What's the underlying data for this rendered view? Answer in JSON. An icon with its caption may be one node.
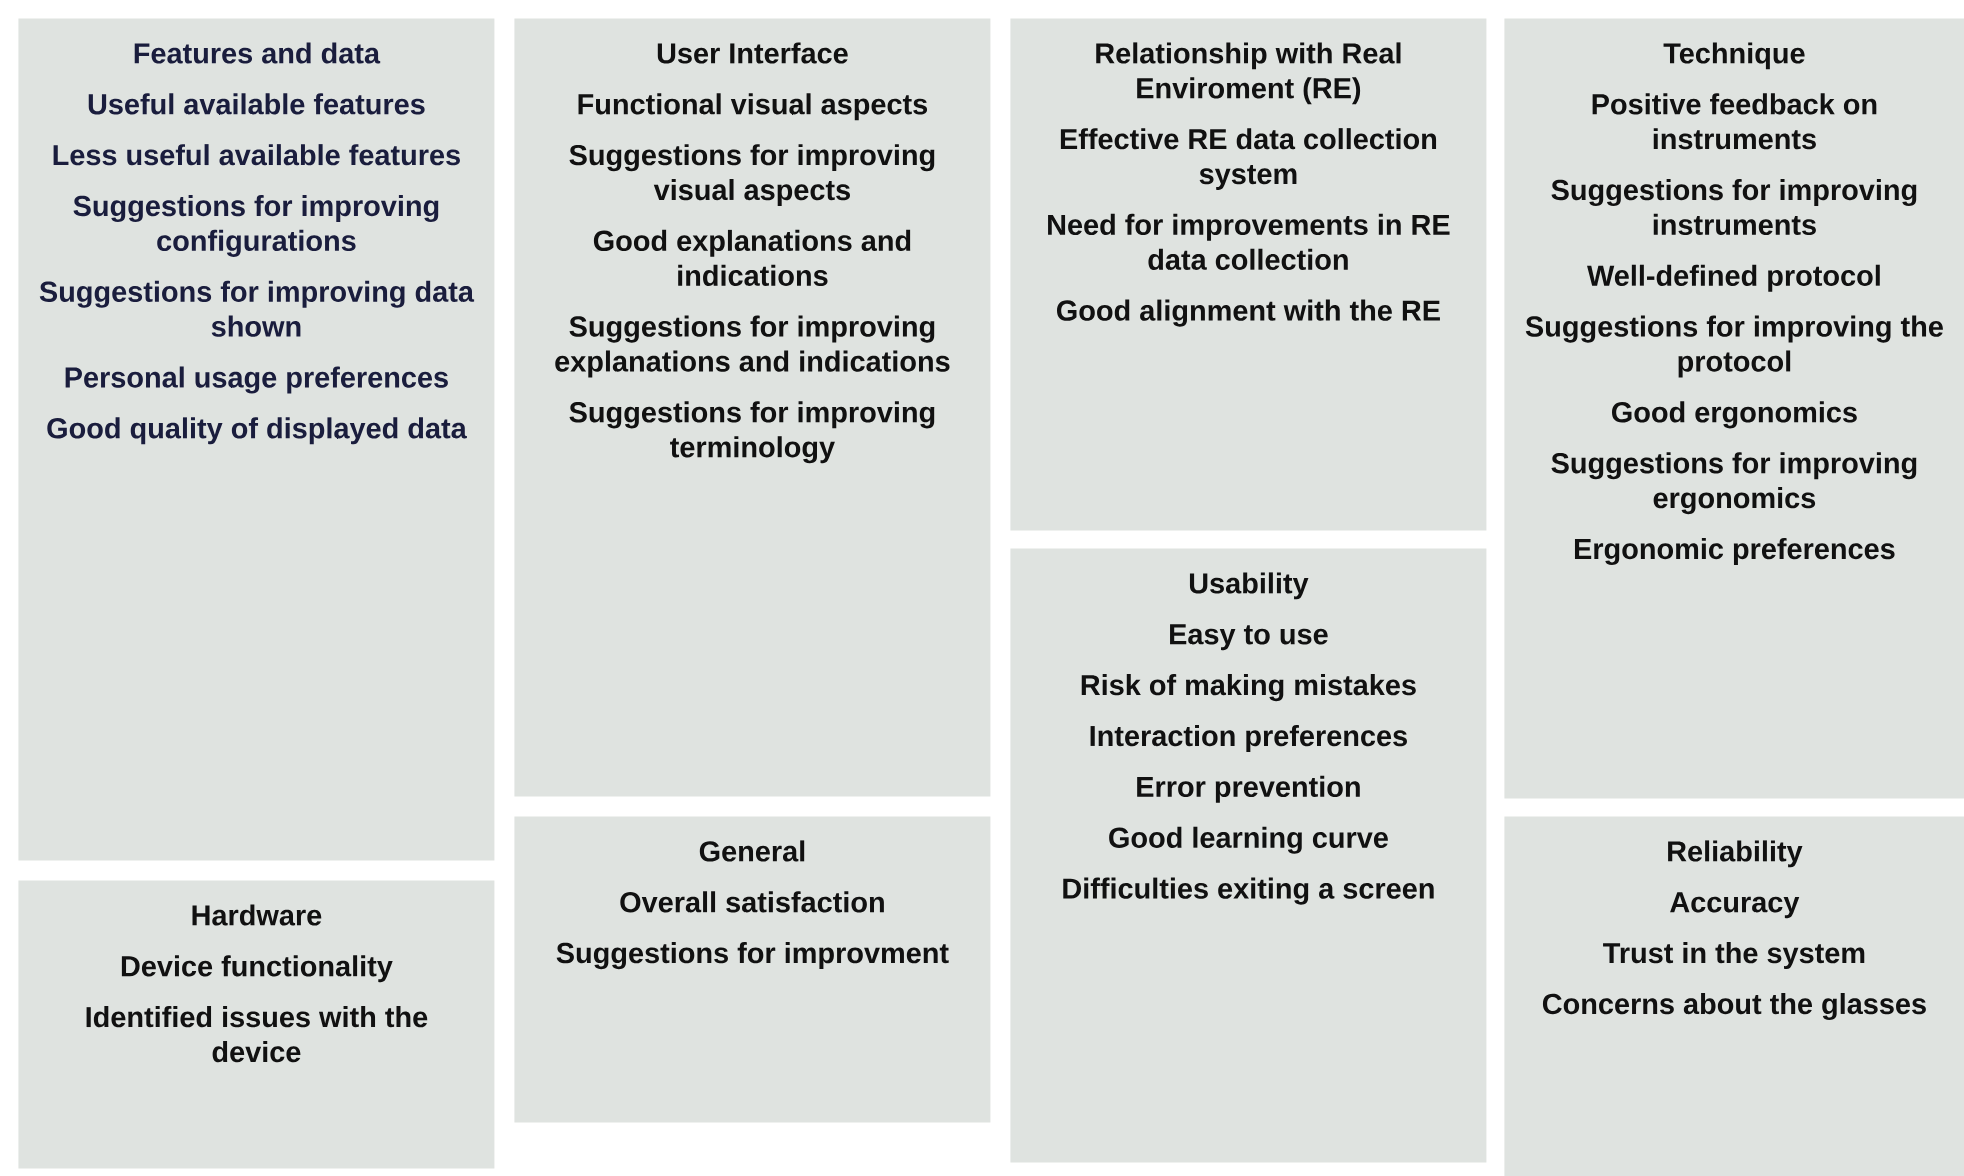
{
  "diagram": {
    "nodes": [
      {
        "text": [
          "Features and data",
          "Useful available features",
          "Less useful available features",
          "Suggestions for improving configurations",
          "Suggestions for improving data shown",
          "Personal usage preferences",
          "Good quality of displayed data"
        ]
      },
      {
        "text": [
          "Hardware",
          "Device functionality",
          "Identified issues with the device"
        ]
      },
      {
        "text": [
          "User Interface",
          "Functional visual aspects",
          "Suggestions for improving visual aspects",
          "Good explanations and indications",
          "Suggestions for improving explanations and indications",
          "Suggestions for improving terminology"
        ]
      },
      {
        "text": [
          "General",
          "Overall satisfaction",
          "Suggestions for improvment"
        ]
      },
      {
        "text": [
          "Relationship with Real Enviroment (RE)",
          "Effective RE data collection system",
          "Need for improvements in RE data collection",
          "Good alignment with the RE"
        ]
      },
      {
        "text": [
          "Usability",
          "Easy to use",
          "Risk of making mistakes",
          "Interaction preferences",
          "Error prevention",
          "Good learning curve",
          "Difficulties exiting a screen"
        ]
      },
      {
        "text": [
          "Technique",
          "Positive feedback on instruments",
          "Suggestions for improving instruments",
          "Well-defined protocol",
          "Suggestions for improving the protocol",
          "Good ergonomics",
          "Suggestions for improving ergonomics",
          "Ergonomic preferences"
        ]
      },
      {
        "text": [
          "Reliability",
          "Accuracy",
          "Trust in the system",
          "Concerns about the glasses"
        ]
      }
    ]
  }
}
